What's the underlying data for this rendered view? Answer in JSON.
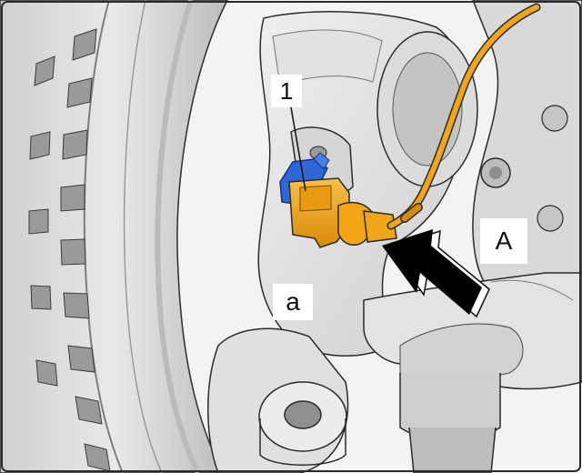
{
  "labels": {
    "part_number": "1",
    "position_mark": "a",
    "view_direction": "A"
  },
  "colors": {
    "sensor_orange": "#f2a516",
    "clip_blue": "#2f66d8",
    "metal_light": "#e6e6e6",
    "metal_mid": "#c9c9c9",
    "metal_dark": "#8e8e8e",
    "outline": "#2b2b2b",
    "arrow": "#000000",
    "frame": "#2b2b2b"
  }
}
